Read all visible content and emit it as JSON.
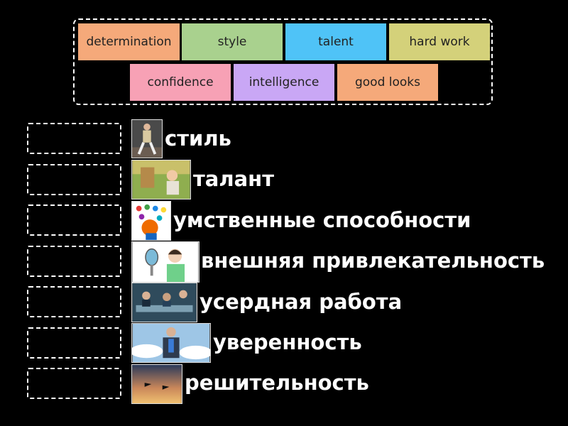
{
  "word_bank": [
    {
      "label": "determination",
      "color": "#f5a97a"
    },
    {
      "label": "style",
      "color": "#a9d18e"
    },
    {
      "label": "talent",
      "color": "#4fc3f7"
    },
    {
      "label": "hard work",
      "color": "#d4d17a"
    },
    {
      "label": "confidence",
      "color": "#f7a1b5"
    },
    {
      "label": "intelligence",
      "color": "#c9a7f5"
    },
    {
      "label": "good looks",
      "color": "#f5a97a"
    }
  ],
  "rows": [
    {
      "text": "стиль",
      "image": "person-stylish-photo"
    },
    {
      "text": "талант",
      "image": "child-painting-photo"
    },
    {
      "text": "умственные способности",
      "image": "brain-ideas-illustration"
    },
    {
      "text": "внешняя привлекательность",
      "image": "woman-mirror-illustration"
    },
    {
      "text": "усердная работа",
      "image": "office-workers-photo"
    },
    {
      "text": "уверенность",
      "image": "superhero-businessman-photo"
    },
    {
      "text": "решительность",
      "image": "skydivers-sunset-photo"
    }
  ]
}
